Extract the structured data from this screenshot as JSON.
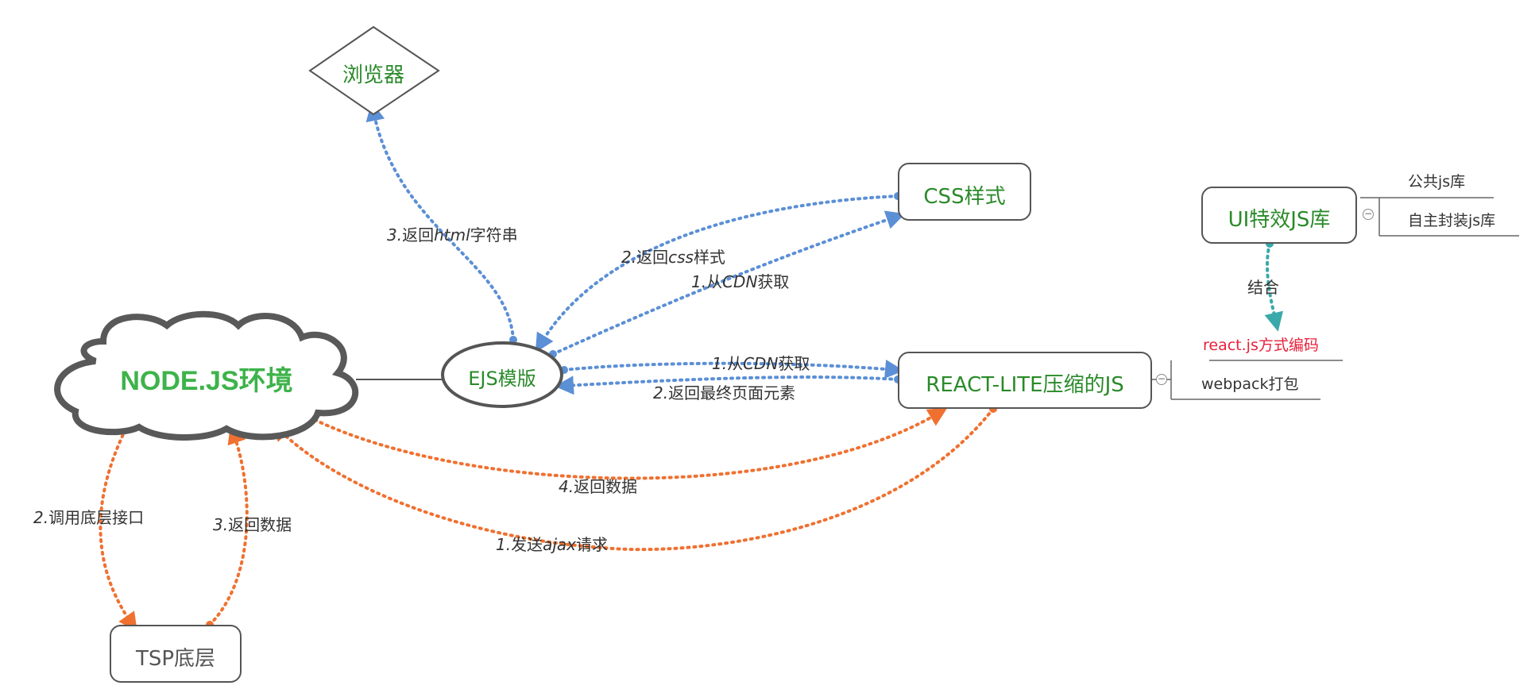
{
  "nodes": {
    "nodejs": "NODE.JS环境",
    "ejs": "EJS模版",
    "browser": "浏览器",
    "css": "CSS样式",
    "react": "REACT-LITE压缩的JS",
    "tsp": "TSP底层",
    "ui_lib": "UI特效JS库"
  },
  "edges": {
    "browser_return_num": "3.",
    "browser_return_a": "返回",
    "browser_return_it": "html",
    "browser_return_b": "字符串",
    "css_return_num": "2.",
    "css_return_a": "返回",
    "css_return_it": "css",
    "css_return_b": "样式",
    "css_cdn_num": "1.",
    "css_cdn_a": "从",
    "css_cdn_it": "CDN",
    "css_cdn_b": "获取",
    "react_cdn_num": "1.",
    "react_cdn_a": "从",
    "react_cdn_it": "CDN",
    "react_cdn_b": "获取",
    "react_return": "返回最终页面元素",
    "react_return_num": "2.",
    "data_return_num": "4.",
    "data_return": "返回数据",
    "ajax_num": "1.",
    "ajax_a": "发送",
    "ajax_it": "ajax",
    "ajax_b": "请求",
    "tsp_call_num": "2.",
    "tsp_call": "调用底层接口",
    "tsp_return_num": "3.",
    "tsp_return": "返回数据",
    "combine": "结合"
  },
  "side_notes": {
    "ui_children": [
      "公共js库",
      "自主封装js库"
    ],
    "react_note": "react.js方式编码",
    "react_child": "webpack打包"
  },
  "colors": {
    "blue": "#5b8fd6",
    "orange": "#f07030",
    "teal": "#3aa9a9",
    "green_text": "#2a8a2a",
    "node_green": "#3db34a",
    "red_text": "#e8203a"
  }
}
